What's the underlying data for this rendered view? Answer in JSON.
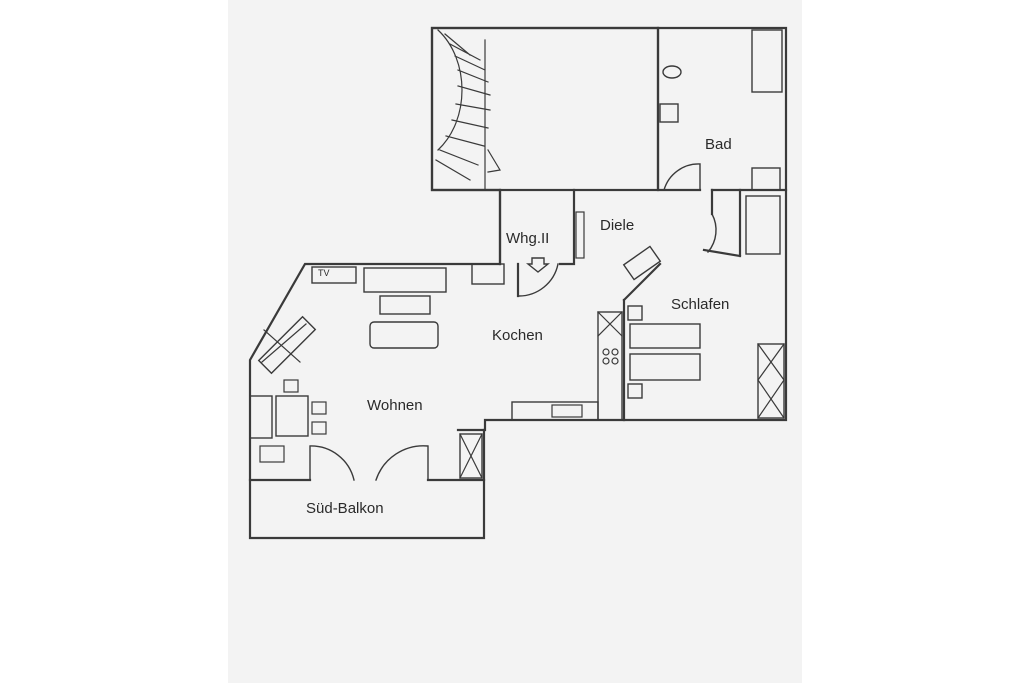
{
  "plan": {
    "colors": {
      "line": "#3a3a3a",
      "paper": "#f3f3f3",
      "background": "#ffffff"
    },
    "rooms": {
      "bad": "Bad",
      "diele": "Diele",
      "wohnung": "Whg.II",
      "schlafen": "Schlafen",
      "kochen": "Kochen",
      "wohnen": "Wohnen",
      "balkon": "Süd-Balkon"
    },
    "furniture": {
      "tv": "TV"
    }
  }
}
